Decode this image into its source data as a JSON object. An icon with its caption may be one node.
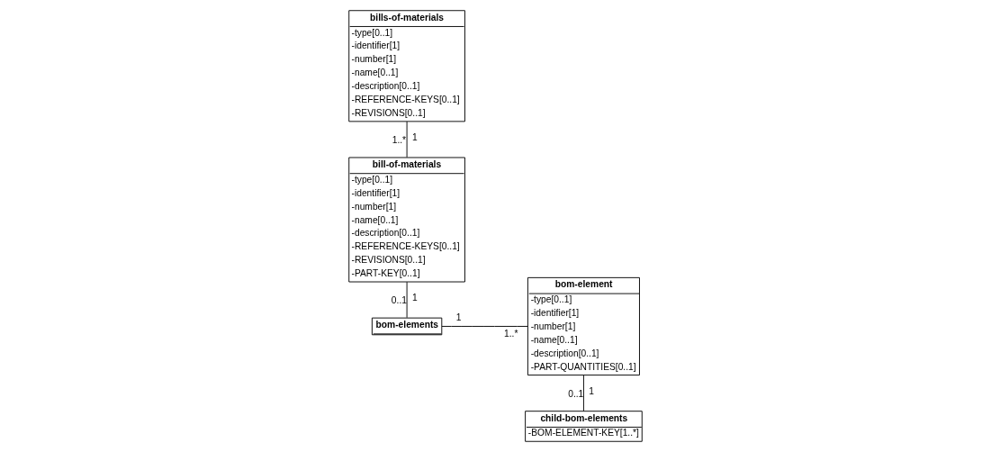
{
  "diagram": {
    "nodes": [
      {
        "text": [
          "bills-of-materials",
          "-type[0..1]",
          "-identifier[1]",
          "-number[1]",
          "-name[0..1]",
          "-description[0..1]",
          "-REFERENCE-KEYS[0..1]",
          "-REVISIONS[0..1]"
        ]
      },
      {
        "text": [
          "bill-of-materials",
          "-type[0..1]",
          "-identifier[1]",
          "-number[1]",
          "-name[0..1]",
          "-description[0..1]",
          "-REFERENCE-KEYS[0..1]",
          "-REVISIONS[0..1]",
          "-PART-KEY[0..1]"
        ]
      },
      {
        "text": [
          "bom-elements"
        ]
      },
      {
        "text": [
          "bom-element",
          "-type[0..1]",
          "-identifier[1]",
          "-number[1]",
          "-name[0..1]",
          "-description[0..1]",
          "-PART-QUANTITIES[0..1]"
        ]
      },
      {
        "text": [
          "child-bom-elements",
          "-BOM-ELEMENT-KEY[1..*]"
        ]
      }
    ],
    "edges": [
      {
        "from": 0,
        "to": 1,
        "arrow": "none"
      },
      {
        "from": 1,
        "to": 2,
        "arrow": "none"
      },
      {
        "from": 2,
        "to": 3,
        "arrow": "none"
      },
      {
        "from": 3,
        "to": 4,
        "arrow": "none"
      }
    ],
    "labels": [
      "1",
      "1..*",
      "1",
      "0..1",
      "1",
      "1..*",
      "1",
      "0..1"
    ]
  }
}
